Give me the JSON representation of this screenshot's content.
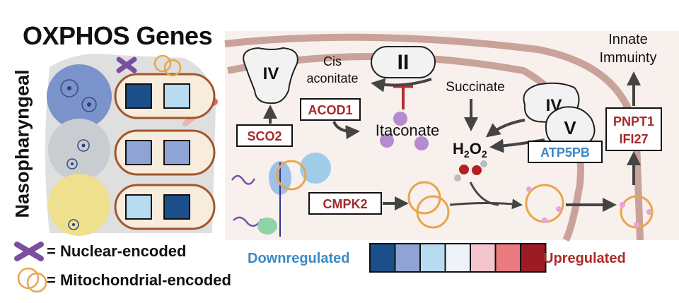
{
  "title": "OXPHOS Genes",
  "side_label": "Nasopharyngeal",
  "legend": {
    "nuclear": "= Nuclear-encoded",
    "mito": "= Mitochondrial-encoded"
  },
  "scale": {
    "down_label": "Downregulated",
    "up_label": "Upregulated",
    "colors": [
      "#1a4f8a",
      "#8fa3d4",
      "#b7dbf1",
      "#eef3fa",
      "#f2c6cc",
      "#e87a80",
      "#9b1c22"
    ]
  },
  "cells": [
    {
      "left_color": "#1a4f8a",
      "right_color": "#b7dbf1"
    },
    {
      "left_color": "#8fa3d4",
      "right_color": "#8fa3d4"
    },
    {
      "left_color": "#b7dbf1",
      "right_color": "#1a4f8a"
    }
  ],
  "pathway": {
    "complex_iv_left": "IV",
    "complex_ii": "II",
    "complex_iv_right": "IV",
    "complex_v": "V",
    "cis_aconitate_line1": "Cis",
    "cis_aconitate_line2": "aconitate",
    "succinate": "Succinate",
    "itaconate": "Itaconate",
    "h2o2_main": "H",
    "h2o2_sub1": "2",
    "h2o2_o": "O",
    "h2o2_sub2": "2",
    "innate_line1": "Innate",
    "innate_line2": "Immuinty",
    "boxes": {
      "sco2": "SCO2",
      "acod1": "ACOD1",
      "atp5pb": "ATP5PB",
      "pnpt1": "PNPT1",
      "ifi27": "IFI27",
      "cmpk2": "CMPK2"
    }
  }
}
